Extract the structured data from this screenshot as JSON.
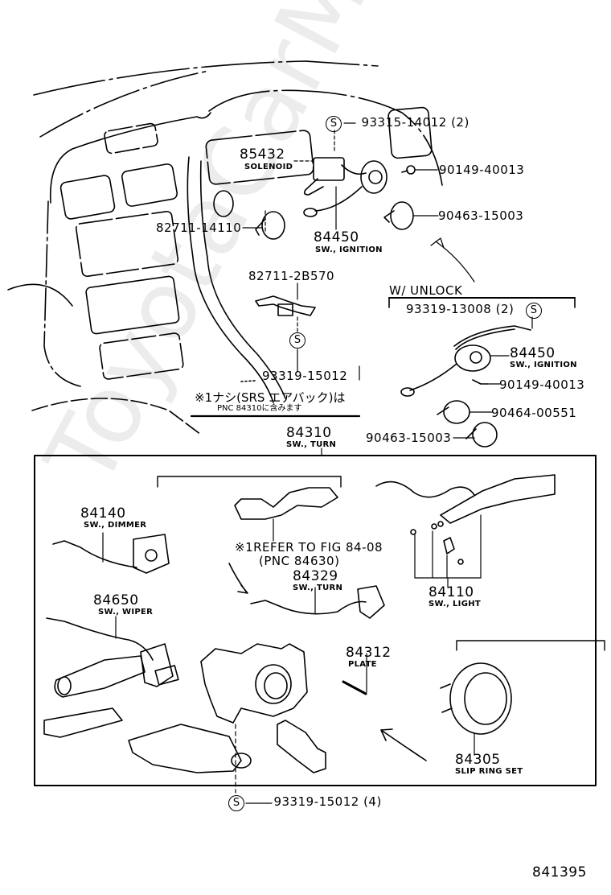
{
  "watermark": "ToyotaCarMine.ru",
  "figure_number": "841395",
  "symbols": {
    "s_mark": "S",
    "note_mark": "※1"
  },
  "top_section": {
    "callouts": [
      {
        "id": "93315-14012",
        "part_no": "93315-14012 (2)",
        "symbol": "S"
      },
      {
        "id": "85432",
        "part_no": "85432",
        "name": "SOLENOID"
      },
      {
        "id": "90149-40013-a",
        "part_no": "90149-40013"
      },
      {
        "id": "82711-14110",
        "part_no": "82711-14110"
      },
      {
        "id": "90463-15003-a",
        "part_no": "90463-15003"
      },
      {
        "id": "84450-a",
        "part_no": "84450",
        "name": "SW., IGNITION"
      },
      {
        "id": "82711-2B570",
        "part_no": "82711-2B570"
      },
      {
        "id": "93319-15012-a",
        "part_no": "93319-15012",
        "symbol": "S"
      }
    ]
  },
  "unlock_section": {
    "title": "W/ UNLOCK",
    "callouts": [
      {
        "id": "93319-13008",
        "part_no": "93319-13008 (2)",
        "symbol": "S"
      },
      {
        "id": "84450-b",
        "part_no": "84450",
        "name": "SW., IGNITION"
      },
      {
        "id": "90149-40013-b",
        "part_no": "90149-40013"
      },
      {
        "id": "90464-00551",
        "part_no": "90464-00551"
      },
      {
        "id": "90463-15003-b",
        "part_no": "90463-15003"
      }
    ]
  },
  "note": {
    "line1": "※1ナシ(SRS エアバック)は",
    "line2": "PNC 84310に含みます"
  },
  "turn_switch_assembly": {
    "part_no": "84310",
    "name": "SW., TURN",
    "callouts": [
      {
        "id": "84140",
        "part_no": "84140",
        "name": "SW., DIMMER"
      },
      {
        "id": "refer",
        "text1": "※1REFER TO FIG 84-08",
        "text2": "(PNC 84630)"
      },
      {
        "id": "84329",
        "part_no": "84329",
        "name": "SW., TURN"
      },
      {
        "id": "84110",
        "part_no": "84110",
        "name": "SW., LIGHT"
      },
      {
        "id": "84650",
        "part_no": "84650",
        "name": "SW., WIPER"
      },
      {
        "id": "84312",
        "part_no": "84312",
        "name": "PLATE"
      },
      {
        "id": "84305",
        "part_no": "84305",
        "name": "SLIP RING SET"
      }
    ],
    "bottom_callout": {
      "part_no": "93319-15012 (4)",
      "symbol": "S"
    }
  }
}
